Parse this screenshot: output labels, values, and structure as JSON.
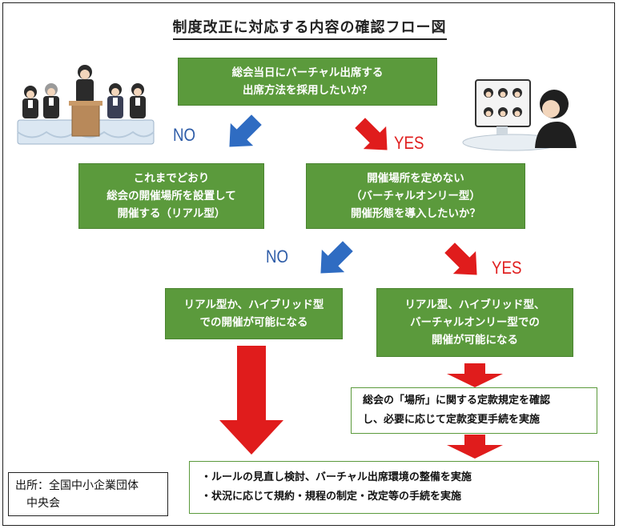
{
  "title": "制度改正に対応する内容の確認フロー図",
  "q1": {
    "lines": [
      "総会当日にバーチャル出席する",
      "出席方法を採用したいか？"
    ]
  },
  "labels": {
    "no1": "NO",
    "yes1": "YES",
    "no2": "NO",
    "yes2": "YES"
  },
  "real_box": {
    "lines": [
      "これまでどおり",
      "総会の開催場所を設置して",
      "開催する（リアル型）"
    ]
  },
  "q2": {
    "lines": [
      "開催場所を定めない",
      "（バーチャルオンリー型）",
      "開催形態を導入したいか？"
    ]
  },
  "hybrid_box": {
    "lines": [
      "リアル型か、ハイブリッド型",
      "での開催が可能になる"
    ]
  },
  "all_box": {
    "lines": [
      "リアル型、ハイブリッド型、",
      "バーチャルオンリー型での",
      "開催が可能になる"
    ]
  },
  "bylaw_box": {
    "lines": [
      "総会の「場所」に関する定款規定を確認",
      "し、必要に応じて定款変更手続を実施"
    ]
  },
  "final_box": {
    "lines": [
      "・ルールの見直し検討、バーチャル出席環境の整備を実施",
      "・状況に応じて規約・規程の制定・改定等の手続を実施"
    ]
  },
  "source": {
    "lines": [
      "出所：全国中小企業団体",
      "　中央会"
    ]
  },
  "colors": {
    "green": "#5b9a3c",
    "blue_arrow": "#2f6cc2",
    "red_arrow": "#e01c1c"
  }
}
